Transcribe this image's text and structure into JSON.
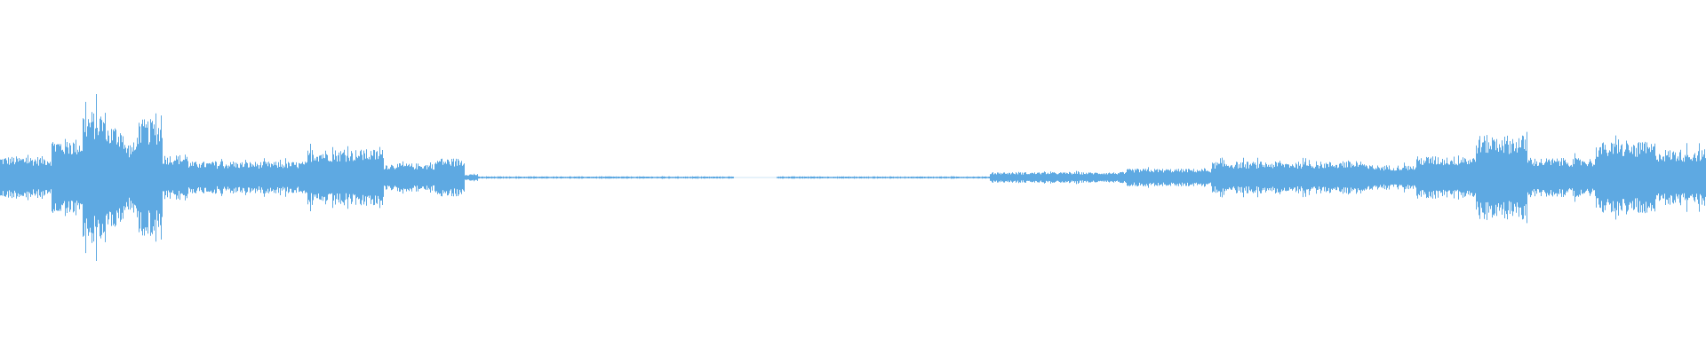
{
  "waveform": {
    "color": "#5ea9e2",
    "background": "#ffffff",
    "duration_fraction_visible": 1.0,
    "segments": [
      {
        "start": 0.0,
        "end": 0.03,
        "amplitude": 0.12
      },
      {
        "start": 0.03,
        "end": 0.048,
        "amplitude": 0.22
      },
      {
        "start": 0.048,
        "end": 0.062,
        "amplitude": 0.38
      },
      {
        "start": 0.062,
        "end": 0.072,
        "amplitude": 0.3
      },
      {
        "start": 0.072,
        "end": 0.08,
        "amplitude": 0.2
      },
      {
        "start": 0.08,
        "end": 0.095,
        "amplitude": 0.33
      },
      {
        "start": 0.095,
        "end": 0.11,
        "amplitude": 0.13
      },
      {
        "start": 0.11,
        "end": 0.18,
        "amplitude": 0.09
      },
      {
        "start": 0.18,
        "end": 0.225,
        "amplitude": 0.16
      },
      {
        "start": 0.225,
        "end": 0.255,
        "amplitude": 0.08
      },
      {
        "start": 0.255,
        "end": 0.272,
        "amplitude": 0.11
      },
      {
        "start": 0.272,
        "end": 0.28,
        "amplitude": 0.02
      },
      {
        "start": 0.28,
        "end": 0.43,
        "amplitude": 0.006
      },
      {
        "start": 0.43,
        "end": 0.455,
        "amplitude": 0.0
      },
      {
        "start": 0.455,
        "end": 0.58,
        "amplitude": 0.006
      },
      {
        "start": 0.58,
        "end": 0.66,
        "amplitude": 0.03
      },
      {
        "start": 0.66,
        "end": 0.71,
        "amplitude": 0.05
      },
      {
        "start": 0.71,
        "end": 0.8,
        "amplitude": 0.09
      },
      {
        "start": 0.8,
        "end": 0.83,
        "amplitude": 0.07
      },
      {
        "start": 0.83,
        "end": 0.865,
        "amplitude": 0.12
      },
      {
        "start": 0.865,
        "end": 0.895,
        "amplitude": 0.24
      },
      {
        "start": 0.895,
        "end": 0.935,
        "amplitude": 0.11
      },
      {
        "start": 0.935,
        "end": 0.97,
        "amplitude": 0.2
      },
      {
        "start": 0.97,
        "end": 1.0,
        "amplitude": 0.16
      }
    ]
  }
}
